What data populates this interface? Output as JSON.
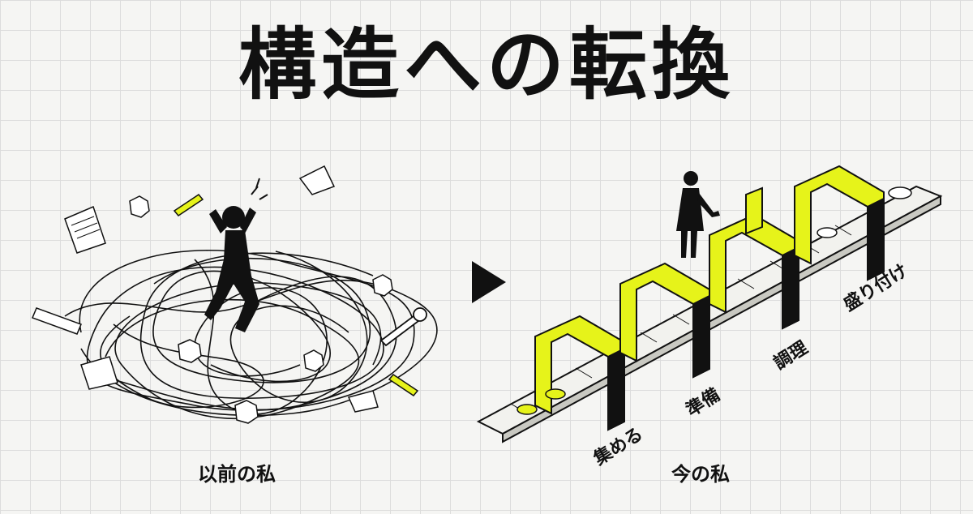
{
  "title": "構造への転換",
  "left": {
    "caption": "以前の私"
  },
  "right": {
    "caption": "今の私",
    "stages": [
      "集める",
      "準備",
      "調理",
      "盛り付け"
    ]
  },
  "colors": {
    "accent": "#e6f31a",
    "ink": "#111111"
  },
  "icons": [
    "arrow-right-icon",
    "pencil-icon",
    "wrench-icon",
    "paper-icon",
    "crumpled-paper-icon"
  ]
}
